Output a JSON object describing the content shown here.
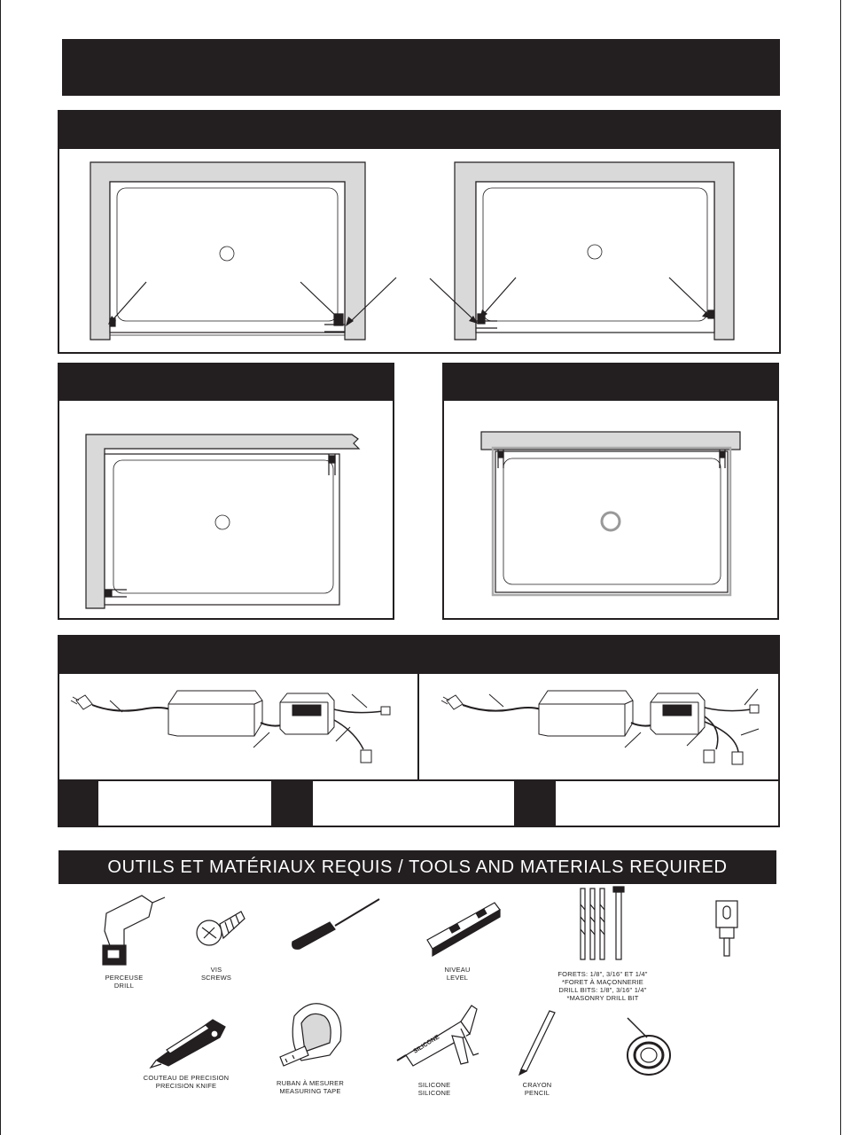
{
  "tools_section": {
    "heading": "OUTILS ET MATÉRIAUX REQUIS / TOOLS AND MATERIALS REQUIRED"
  },
  "tools": {
    "drill": {
      "fr": "PERCEUSE",
      "en": "DRILL"
    },
    "screws": {
      "fr": "VIS",
      "en": "SCREWS"
    },
    "level": {
      "fr": "NIVEAU",
      "en": "LEVEL"
    },
    "drill_bits": {
      "line1": "FORETS: 1/8\",  3/16\" ET 1/4\"",
      "line2": "*FORET À MAÇONNERIE",
      "line3": "DRILL BITS: 1/8\",  3/16\"    1/4\"",
      "line4": "*MASONRY DRILL BIT"
    },
    "knife": {
      "fr": "COUTEAU DE PRECISION",
      "en": "PRECISION KNIFE"
    },
    "tape": {
      "fr": "RUBAN À MESURER",
      "en": "MEASURING TAPE"
    },
    "silicone": {
      "fr": "SILICONE",
      "en": "SILICONE",
      "tube_text": "SILICONE"
    },
    "pencil": {
      "fr": "CRAYON",
      "en": "PENCIL"
    }
  },
  "colors": {
    "dark": "#231f20",
    "wall_fill": "#d9d9d9"
  }
}
